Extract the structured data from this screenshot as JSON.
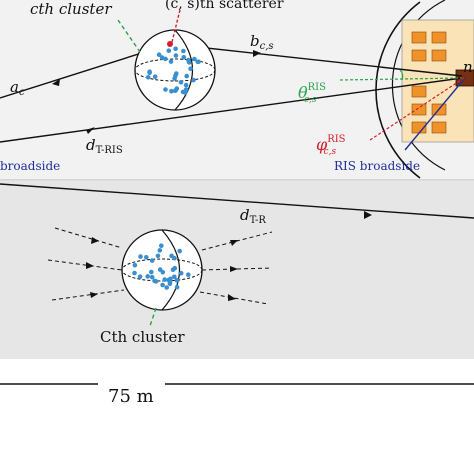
{
  "labels": {
    "cth_cluster": "cth cluster",
    "scatterer": "(c, s)th scatterer",
    "b_cs": "b",
    "b_cs_sub": "c,s",
    "a_c": "a",
    "a_c_sub": "c",
    "d_t_ris": "d",
    "d_t_ris_sub": "T-RIS",
    "theta": "θ",
    "theta_sup": "RIS",
    "theta_sub": "c,s",
    "phi": "φ",
    "phi_sup": "RIS",
    "phi_sub": "c,s",
    "n_partial": "n",
    "broadside_left": "broadside",
    "ris_broadside": "RIS broadside",
    "d_t_r": "d",
    "d_t_r_sub": "T-R",
    "Cth_cluster": "Cth cluster",
    "distance": "75 m"
  },
  "colors": {
    "background_top": "#f2f2f2",
    "background_bottom": "#e6e6e6",
    "cluster_dots": "#3a8fd1",
    "blue_text": "#1f2f9a",
    "green": "#2aa24a",
    "red": "#d21f2a",
    "ris_panel": "#fbe3b8",
    "ris_element": "#f0922a"
  }
}
